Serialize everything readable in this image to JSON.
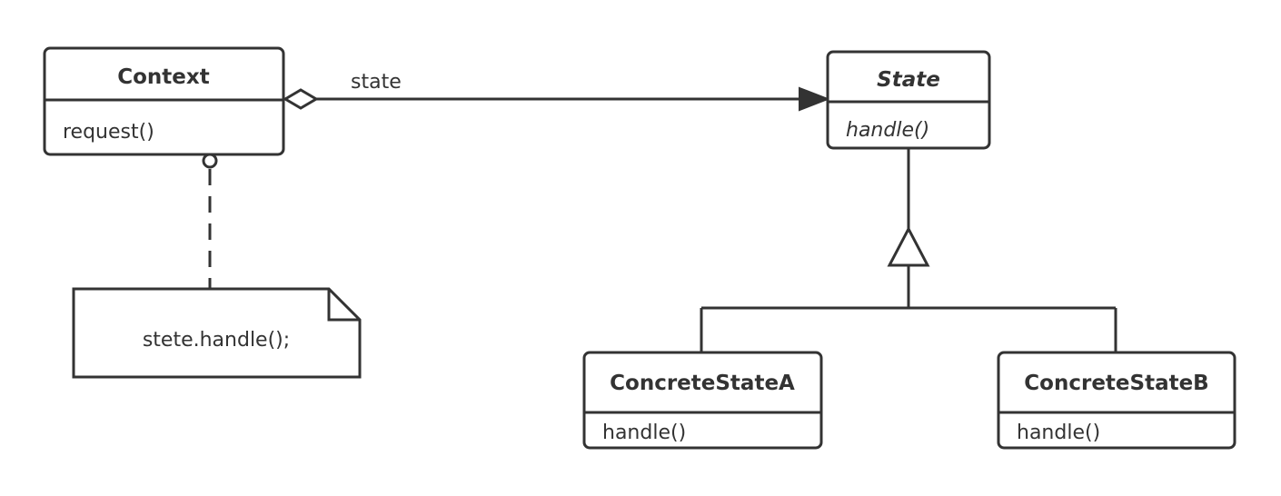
{
  "classes": {
    "context": {
      "name": "Context",
      "method": "request()"
    },
    "state": {
      "name": "State",
      "method": "handle()",
      "abstract": true
    },
    "concrete_a": {
      "name": "ConcreteStateA",
      "method": "handle()"
    },
    "concrete_b": {
      "name": "ConcreteStateB",
      "method": "handle()"
    }
  },
  "association": {
    "label": "state"
  },
  "note": {
    "text": "stete.handle();"
  },
  "colors": {
    "stroke": "#333333",
    "background": "#ffffff"
  }
}
